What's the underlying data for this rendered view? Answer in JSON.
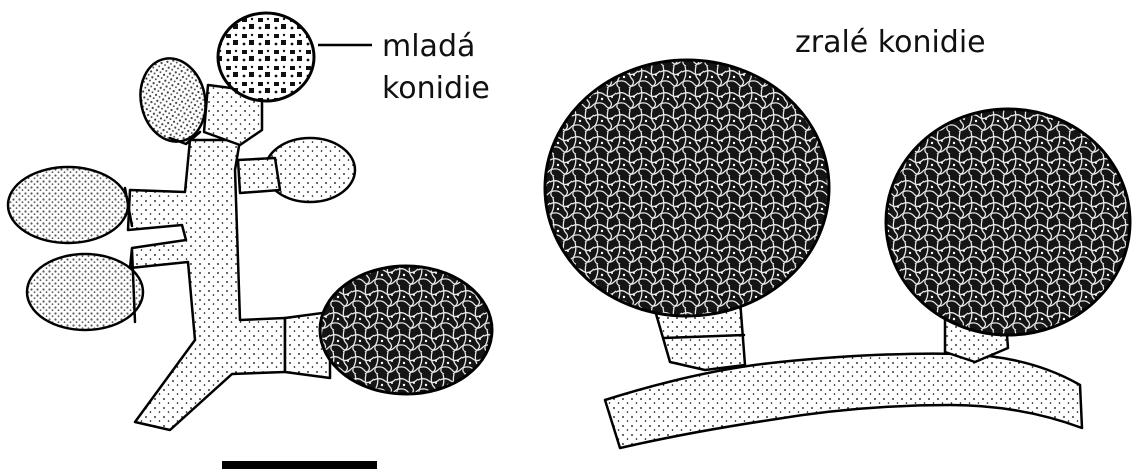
{
  "labels": {
    "young_conidium": "mladá\nkonidie",
    "young_conidium_line1": "mladá",
    "young_conidium_line2": "konidie",
    "mature_conidia": "zralé konidie"
  },
  "colors": {
    "ink": "#000000",
    "cell_fill": "#ffffff",
    "mature_fill": "#141414",
    "background": "#ffffff"
  }
}
